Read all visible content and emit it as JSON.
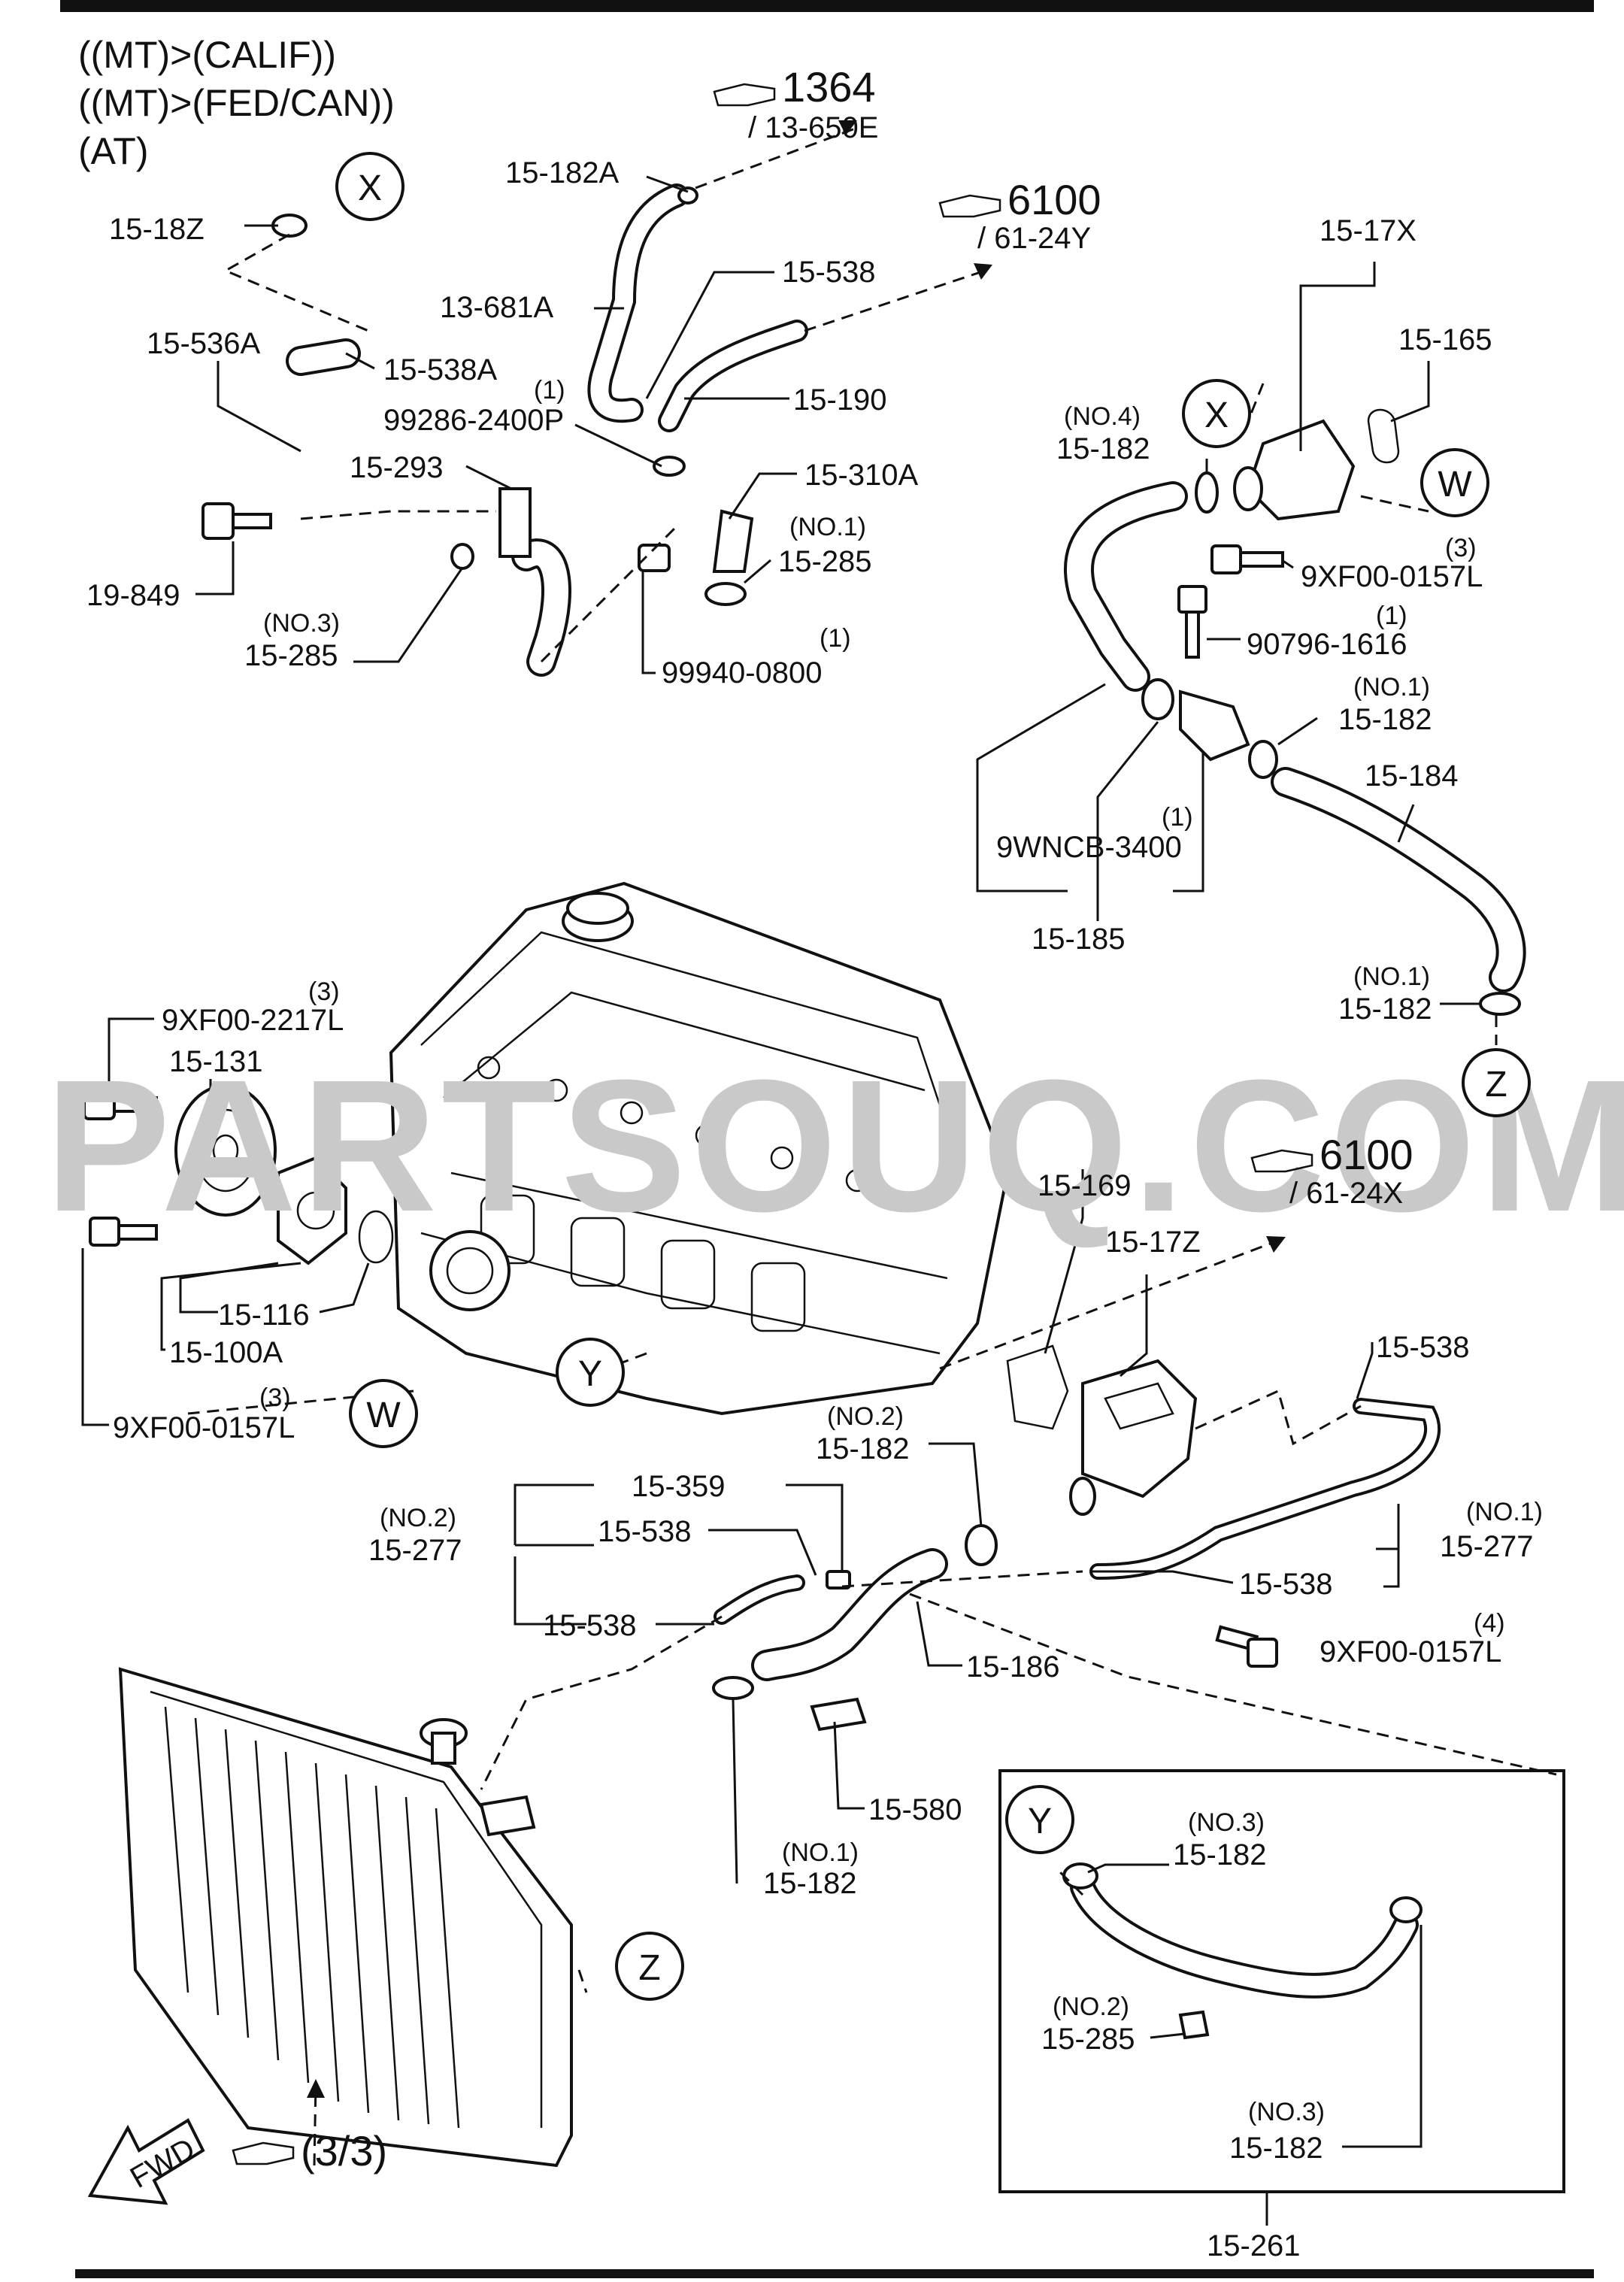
{
  "header": {
    "lines": [
      "((MT)>(CALIF))",
      "((MT)>(FED/CAN))",
      "(AT)"
    ]
  },
  "watermark": "PARTSOUQ.COM",
  "references": {
    "ref_1364": {
      "main": "1364",
      "sub": "/ 13-650E"
    },
    "ref_6100_top": {
      "main": "6100",
      "sub": "/ 61-24Y"
    },
    "ref_6100_mid": {
      "main": "6100",
      "sub": "/ 61-24X"
    },
    "ref_bottom": {
      "main": "(3/3)"
    }
  },
  "markers": {
    "x": "X",
    "w": "W",
    "y": "Y",
    "z": "Z"
  },
  "fwd_label": "FWD",
  "parts": {
    "p15_182A": "15-182A",
    "p15_18Z": "15-18Z",
    "p13_681A": "13-681A",
    "p15_538_top": "15-538",
    "p15_536A": "15-536A",
    "p15_538A": "15-538A",
    "p15_190": "15-190",
    "p99286_q": "(1)",
    "p99286": "99286-2400P",
    "p15_293": "15-293",
    "p15_310A": "15-310A",
    "p15_285a_q": "(NO.1)",
    "p15_285a": "15-285",
    "p19_849": "19-849",
    "p15_285b_q": "(NO.3)",
    "p15_285b": "15-285",
    "p99940_q": "(1)",
    "p99940": "99940-0800",
    "p15_17X": "15-17X",
    "p15_165": "15-165",
    "p15_182n4_q": "(NO.4)",
    "p15_182n4": "15-182",
    "p9xf_3a_q": "(3)",
    "p9xf_3a": "9XF00-0157L",
    "p90796_q": "(1)",
    "p90796": "90796-1616",
    "p15_182n1a_q": "(NO.1)",
    "p15_182n1a": "15-182",
    "p15_184": "15-184",
    "p9wncb_q": "(1)",
    "p9wncb": "9WNCB-3400",
    "p15_185": "15-185",
    "p15_182n1b_q": "(NO.1)",
    "p15_182n1b": "15-182",
    "p9xf2217_q": "(3)",
    "p9xf2217": "9XF00-2217L",
    "p15_131": "15-131",
    "p15_116": "15-116",
    "p15_100A": "15-100A",
    "p9xf_3b_q": "(3)",
    "p9xf_3b": "9XF00-0157L",
    "p15_169": "15-169",
    "p15_17Z": "15-17Z",
    "p15_538_r": "15-538",
    "p15_182n2_q": "(NO.2)",
    "p15_182n2": "15-182",
    "p15_359": "15-359",
    "p15_277n2_q": "(NO.2)",
    "p15_277n2": "15-277",
    "p15_538_m": "15-538",
    "p15_538_l": "15-538",
    "p15_277n1_q": "(NO.1)",
    "p15_277n1": "15-277",
    "p15_538_b": "15-538",
    "p9xf_4_q": "(4)",
    "p9xf_4": "9XF00-0157L",
    "p15_186": "15-186",
    "p15_580": "15-580",
    "p15_182n1c_q": "(NO.1)",
    "p15_182n1c": "15-182",
    "p15_182n3a_q": "(NO.3)",
    "p15_182n3a": "15-182",
    "p15_285n2_q": "(NO.2)",
    "p15_285n2": "15-285",
    "p15_182n3b_q": "(NO.3)",
    "p15_182n3b": "15-182",
    "p15_261": "15-261"
  }
}
